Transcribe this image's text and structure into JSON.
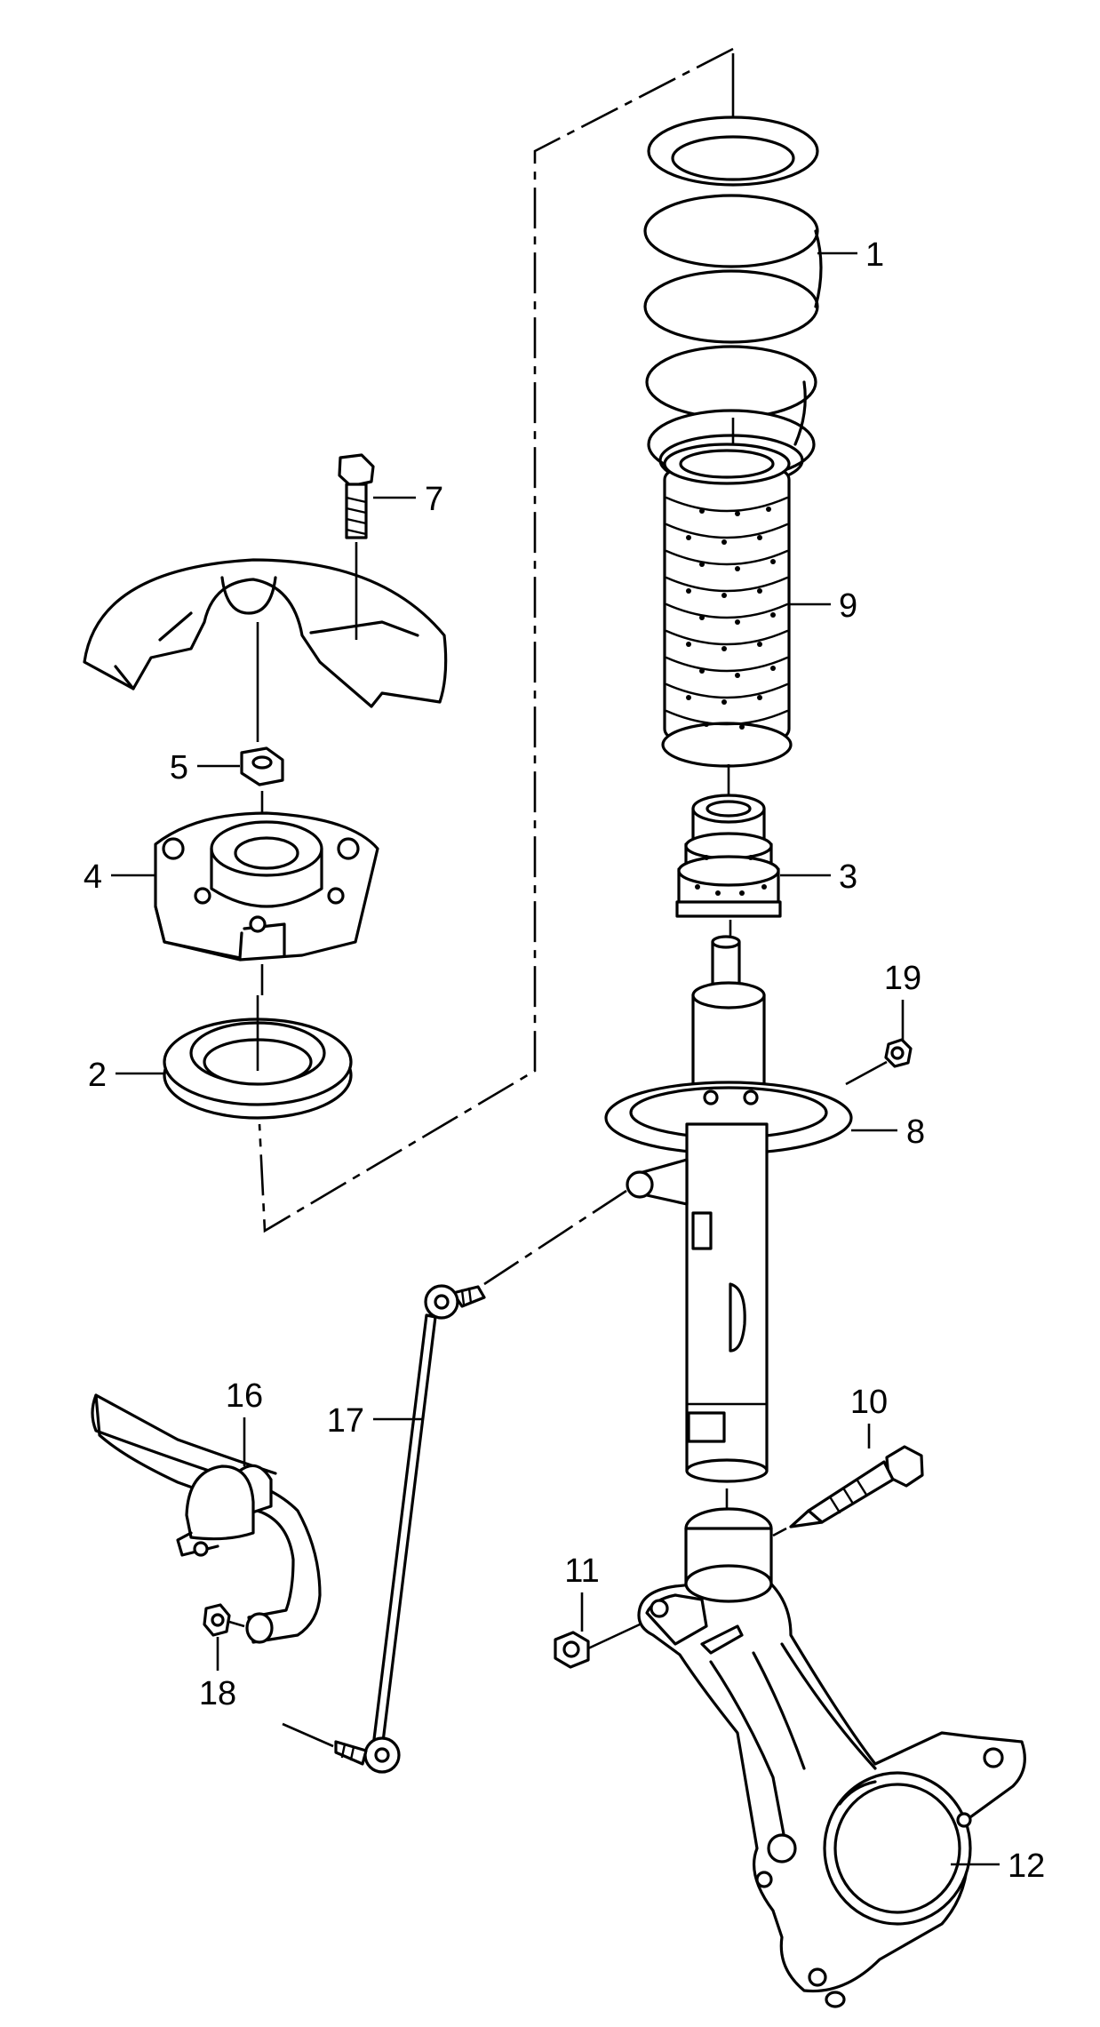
{
  "diagram": {
    "callouts": [
      {
        "id": "1",
        "text": "1"
      },
      {
        "id": "2",
        "text": "2"
      },
      {
        "id": "3",
        "text": "3"
      },
      {
        "id": "4",
        "text": "4"
      },
      {
        "id": "5",
        "text": "5"
      },
      {
        "id": "7",
        "text": "7"
      },
      {
        "id": "8",
        "text": "8"
      },
      {
        "id": "9",
        "text": "9"
      },
      {
        "id": "10",
        "text": "10"
      },
      {
        "id": "11",
        "text": "11"
      },
      {
        "id": "12",
        "text": "12"
      },
      {
        "id": "16",
        "text": "16"
      },
      {
        "id": "17",
        "text": "17"
      },
      {
        "id": "18",
        "text": "18"
      },
      {
        "id": "19",
        "text": "19"
      }
    ],
    "colors": {
      "line": "#000000",
      "background": "#ffffff"
    }
  }
}
